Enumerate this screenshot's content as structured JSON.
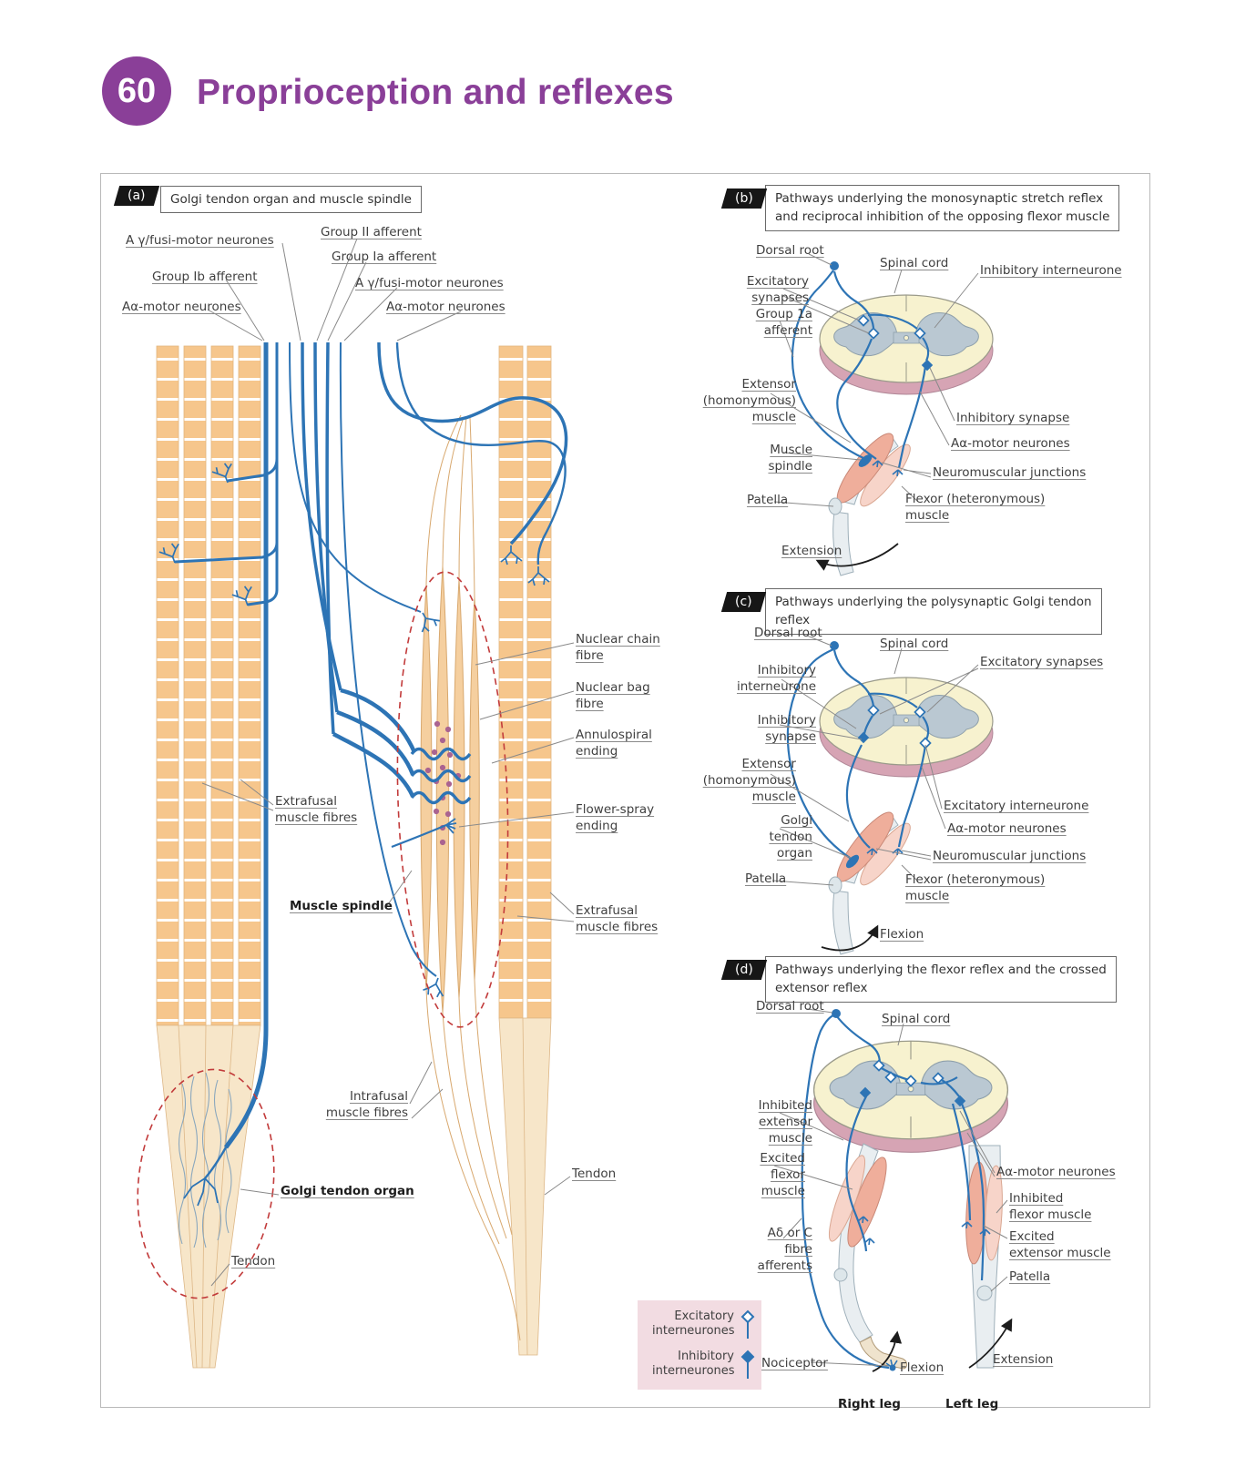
{
  "page": {
    "chapter_number": "60",
    "title": "Proprioception and reflexes"
  },
  "colors": {
    "accent": "#8a3f98",
    "nerve_blue": "#2d74b5",
    "muscle_orange": "#f6c68c",
    "dashed_red": "#c23b3b",
    "legend_background": "#f2dce2"
  },
  "panel_a": {
    "tag": "(a)",
    "title": "Golgi tendon organ and muscle spindle",
    "labels": {
      "fusimotor_left": "A γ/fusi-motor neurones",
      "group_ii_afferent": "Group II afferent",
      "group_ia_afferent": "Group Ia afferent",
      "group_ib_afferent": "Group Ib afferent",
      "fusimotor_right": "A γ/fusi-motor neurones",
      "a_alpha_left": "Aα-motor neurones",
      "a_alpha_right": "Aα-motor neurones",
      "nuclear_chain_fibre": "Nuclear chain fibre",
      "nuclear_bag_fibre": "Nuclear bag fibre",
      "annulospiral_ending": "Annulospiral ending",
      "flower_spray_ending": "Flower-spray ending",
      "extrafusal_left": "Extrafusal muscle fibres",
      "muscle_spindle": "Muscle spindle",
      "extrafusal_right": "Extrafusal muscle fibres",
      "intrafusal": "Intrafusal muscle fibres",
      "tendon_right": "Tendon",
      "golgi_tendon_organ": "Golgi tendon organ",
      "tendon_left": "Tendon"
    }
  },
  "panel_b": {
    "tag": "(b)",
    "title_lines": [
      "Pathways underlying the monosynaptic stretch reflex",
      "and reciprocal inhibition of the opposing flexor muscle"
    ],
    "labels": {
      "dorsal_root": "Dorsal root",
      "spinal_cord": "Spinal cord",
      "inhibitory_interneurone": "Inhibitory interneurone",
      "excitatory_synapses": "Excitatory synapses",
      "group_1a_afferent": "Group 1a afferent",
      "extensor_muscle": "Extensor (homonymous) muscle",
      "muscle_spindle": "Muscle spindle",
      "patella": "Patella",
      "inhibitory_synapse": "Inhibitory synapse",
      "a_alpha_motor": "Aα-motor neurones",
      "neuromuscular_junctions": "Neuromuscular junctions",
      "flexor_muscle": "Flexor (heteronymous) muscle",
      "extension": "Extension"
    }
  },
  "panel_c": {
    "tag": "(c)",
    "title_lines": [
      "Pathways underlying the polysynaptic Golgi tendon",
      "reflex"
    ],
    "labels": {
      "dorsal_root": "Dorsal root",
      "spinal_cord": "Spinal cord",
      "excitatory_synapses": "Excitatory synapses",
      "inhibitory_interneurone": "Inhibitory interneurone",
      "inhibitory_synapse": "Inhibitory synapse",
      "extensor_muscle": "Extensor (homonymous) muscle",
      "golgi_tendon_organ": "Golgi tendon organ",
      "patella": "Patella",
      "excitatory_interneurone": "Excitatory interneurone",
      "a_alpha_motor": "Aα-motor neurones",
      "neuromuscular_junctions": "Neuromuscular junctions",
      "flexor_muscle": "Flexor (heteronymous) muscle",
      "flexion": "Flexion"
    }
  },
  "panel_d": {
    "tag": "(d)",
    "title_lines": [
      "Pathways underlying the flexor reflex and the crossed",
      "extensor reflex"
    ],
    "labels": {
      "dorsal_root": "Dorsal root",
      "spinal_cord": "Spinal cord",
      "inhibited_extensor_muscle": "Inhibited extensor muscle",
      "excited_flexor_muscle": "Excited flexor muscle",
      "a_delta_c_afferents": "Aδ or C fibre afferents",
      "a_alpha_motor": "Aα-motor neurones",
      "inhibited_flexor_muscle": "Inhibited flexor muscle",
      "excited_extensor_muscle": "Excited extensor muscle",
      "patella": "Patella",
      "nociceptor": "Nociceptor",
      "flexion": "Flexion",
      "extension": "Extension",
      "right_leg": "Right leg",
      "left_leg": "Left leg"
    }
  },
  "legend": {
    "excitatory": "Excitatory interneurones",
    "inhibitory": "Inhibitory interneurones"
  }
}
